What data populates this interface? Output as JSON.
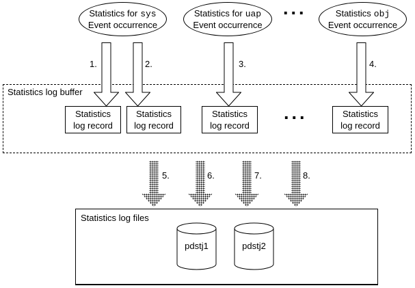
{
  "colors": {
    "line": "#000000",
    "background": "#ffffff"
  },
  "sources": [
    {
      "line1_prefix": "Statistics for",
      "line1_mono": "sys",
      "line2": "Event occurrence"
    },
    {
      "line1_prefix": "Statistics for",
      "line1_mono": "uap",
      "line2": "Event occurrence"
    },
    {
      "line1_prefix": "Statistics",
      "line1_mono": "obj",
      "line2": "Event occurrence"
    }
  ],
  "top_ellipsis": "...",
  "mid_ellipsis": "...",
  "solid_arrow_labels": [
    "1.",
    "2.",
    "3.",
    "4."
  ],
  "dotted_arrow_labels": [
    "5.",
    "6.",
    "7.",
    "8."
  ],
  "buffer": {
    "title": "Statistics log buffer",
    "records": [
      {
        "line1": "Statistics",
        "line2": "log record"
      },
      {
        "line1": "Statistics",
        "line2": "log record"
      },
      {
        "line1": "Statistics",
        "line2": "log record"
      },
      {
        "line1": "Statistics",
        "line2": "log record"
      }
    ]
  },
  "files": {
    "title": "Statistics log files",
    "cylinders": [
      {
        "label": "pdstj1"
      },
      {
        "label": "pdstj2"
      }
    ]
  }
}
